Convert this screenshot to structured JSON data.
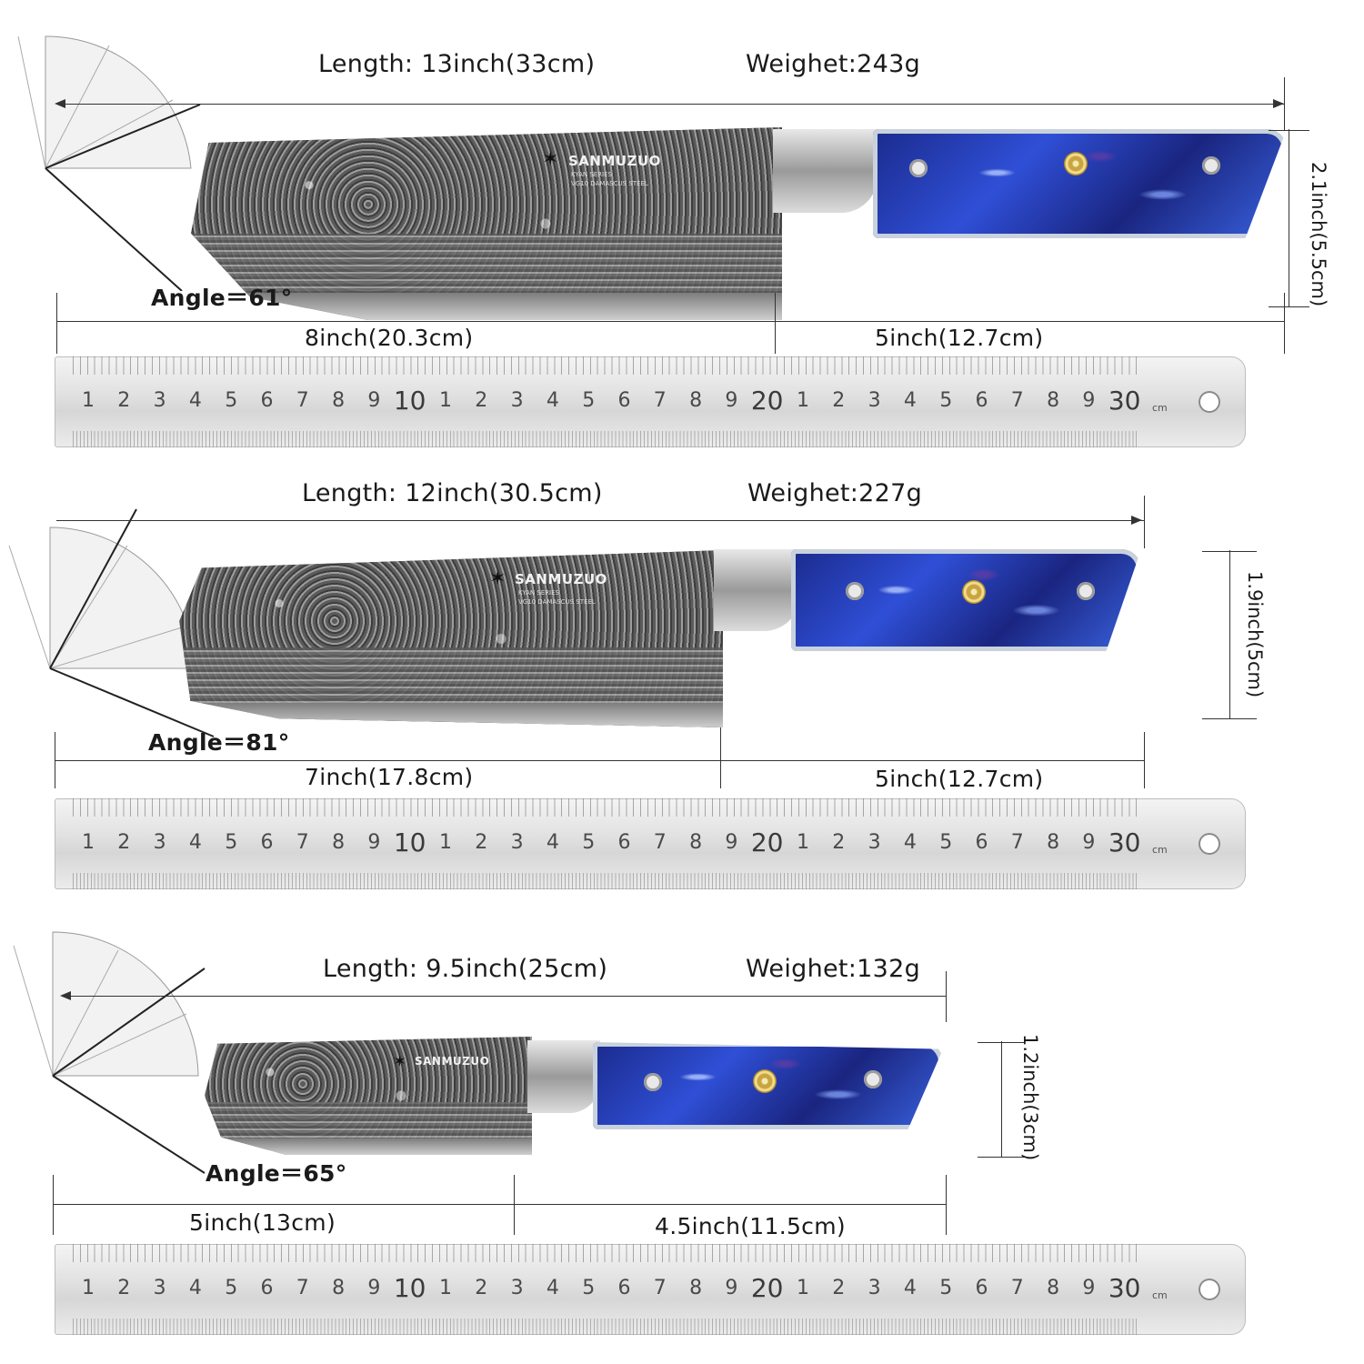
{
  "colors": {
    "line": "#333333",
    "handle_blue": "#2f4fd6",
    "steel": "#777777",
    "ruler": "#e2e2e2"
  },
  "brand": {
    "name": "SANMUZUO",
    "series": "KYAN SERIES",
    "material": "VG10 DAMASCUS STEEL"
  },
  "ruler": {
    "labels": [
      "1",
      "2",
      "3",
      "4",
      "5",
      "6",
      "7",
      "8",
      "9",
      "10",
      "1",
      "2",
      "3",
      "4",
      "5",
      "6",
      "7",
      "8",
      "9",
      "20",
      "1",
      "2",
      "3",
      "4",
      "5",
      "6",
      "7",
      "8",
      "9",
      "30"
    ],
    "unit": "cm"
  },
  "knives": [
    {
      "length_label": "Length: 13inch(33cm)",
      "weight_label": "Weighet:243g",
      "blade_label": "8inch(20.3cm)",
      "handle_label": "5inch(12.7cm)",
      "height_label": "2.1inch(5.5cm)",
      "angle_label": "Angle＝61°"
    },
    {
      "length_label": "Length: 12inch(30.5cm)",
      "weight_label": "Weighet:227g",
      "blade_label": "7inch(17.8cm)",
      "handle_label": "5inch(12.7cm)",
      "height_label": "1.9inch(5cm)",
      "angle_label": "Angle＝81°"
    },
    {
      "length_label": "Length: 9.5inch(25cm)",
      "weight_label": "Weighet:132g",
      "blade_label": "5inch(13cm)",
      "handle_label": "4.5inch(11.5cm)",
      "height_label": "1.2inch(3cm)",
      "angle_label": "Angle＝65°"
    }
  ]
}
